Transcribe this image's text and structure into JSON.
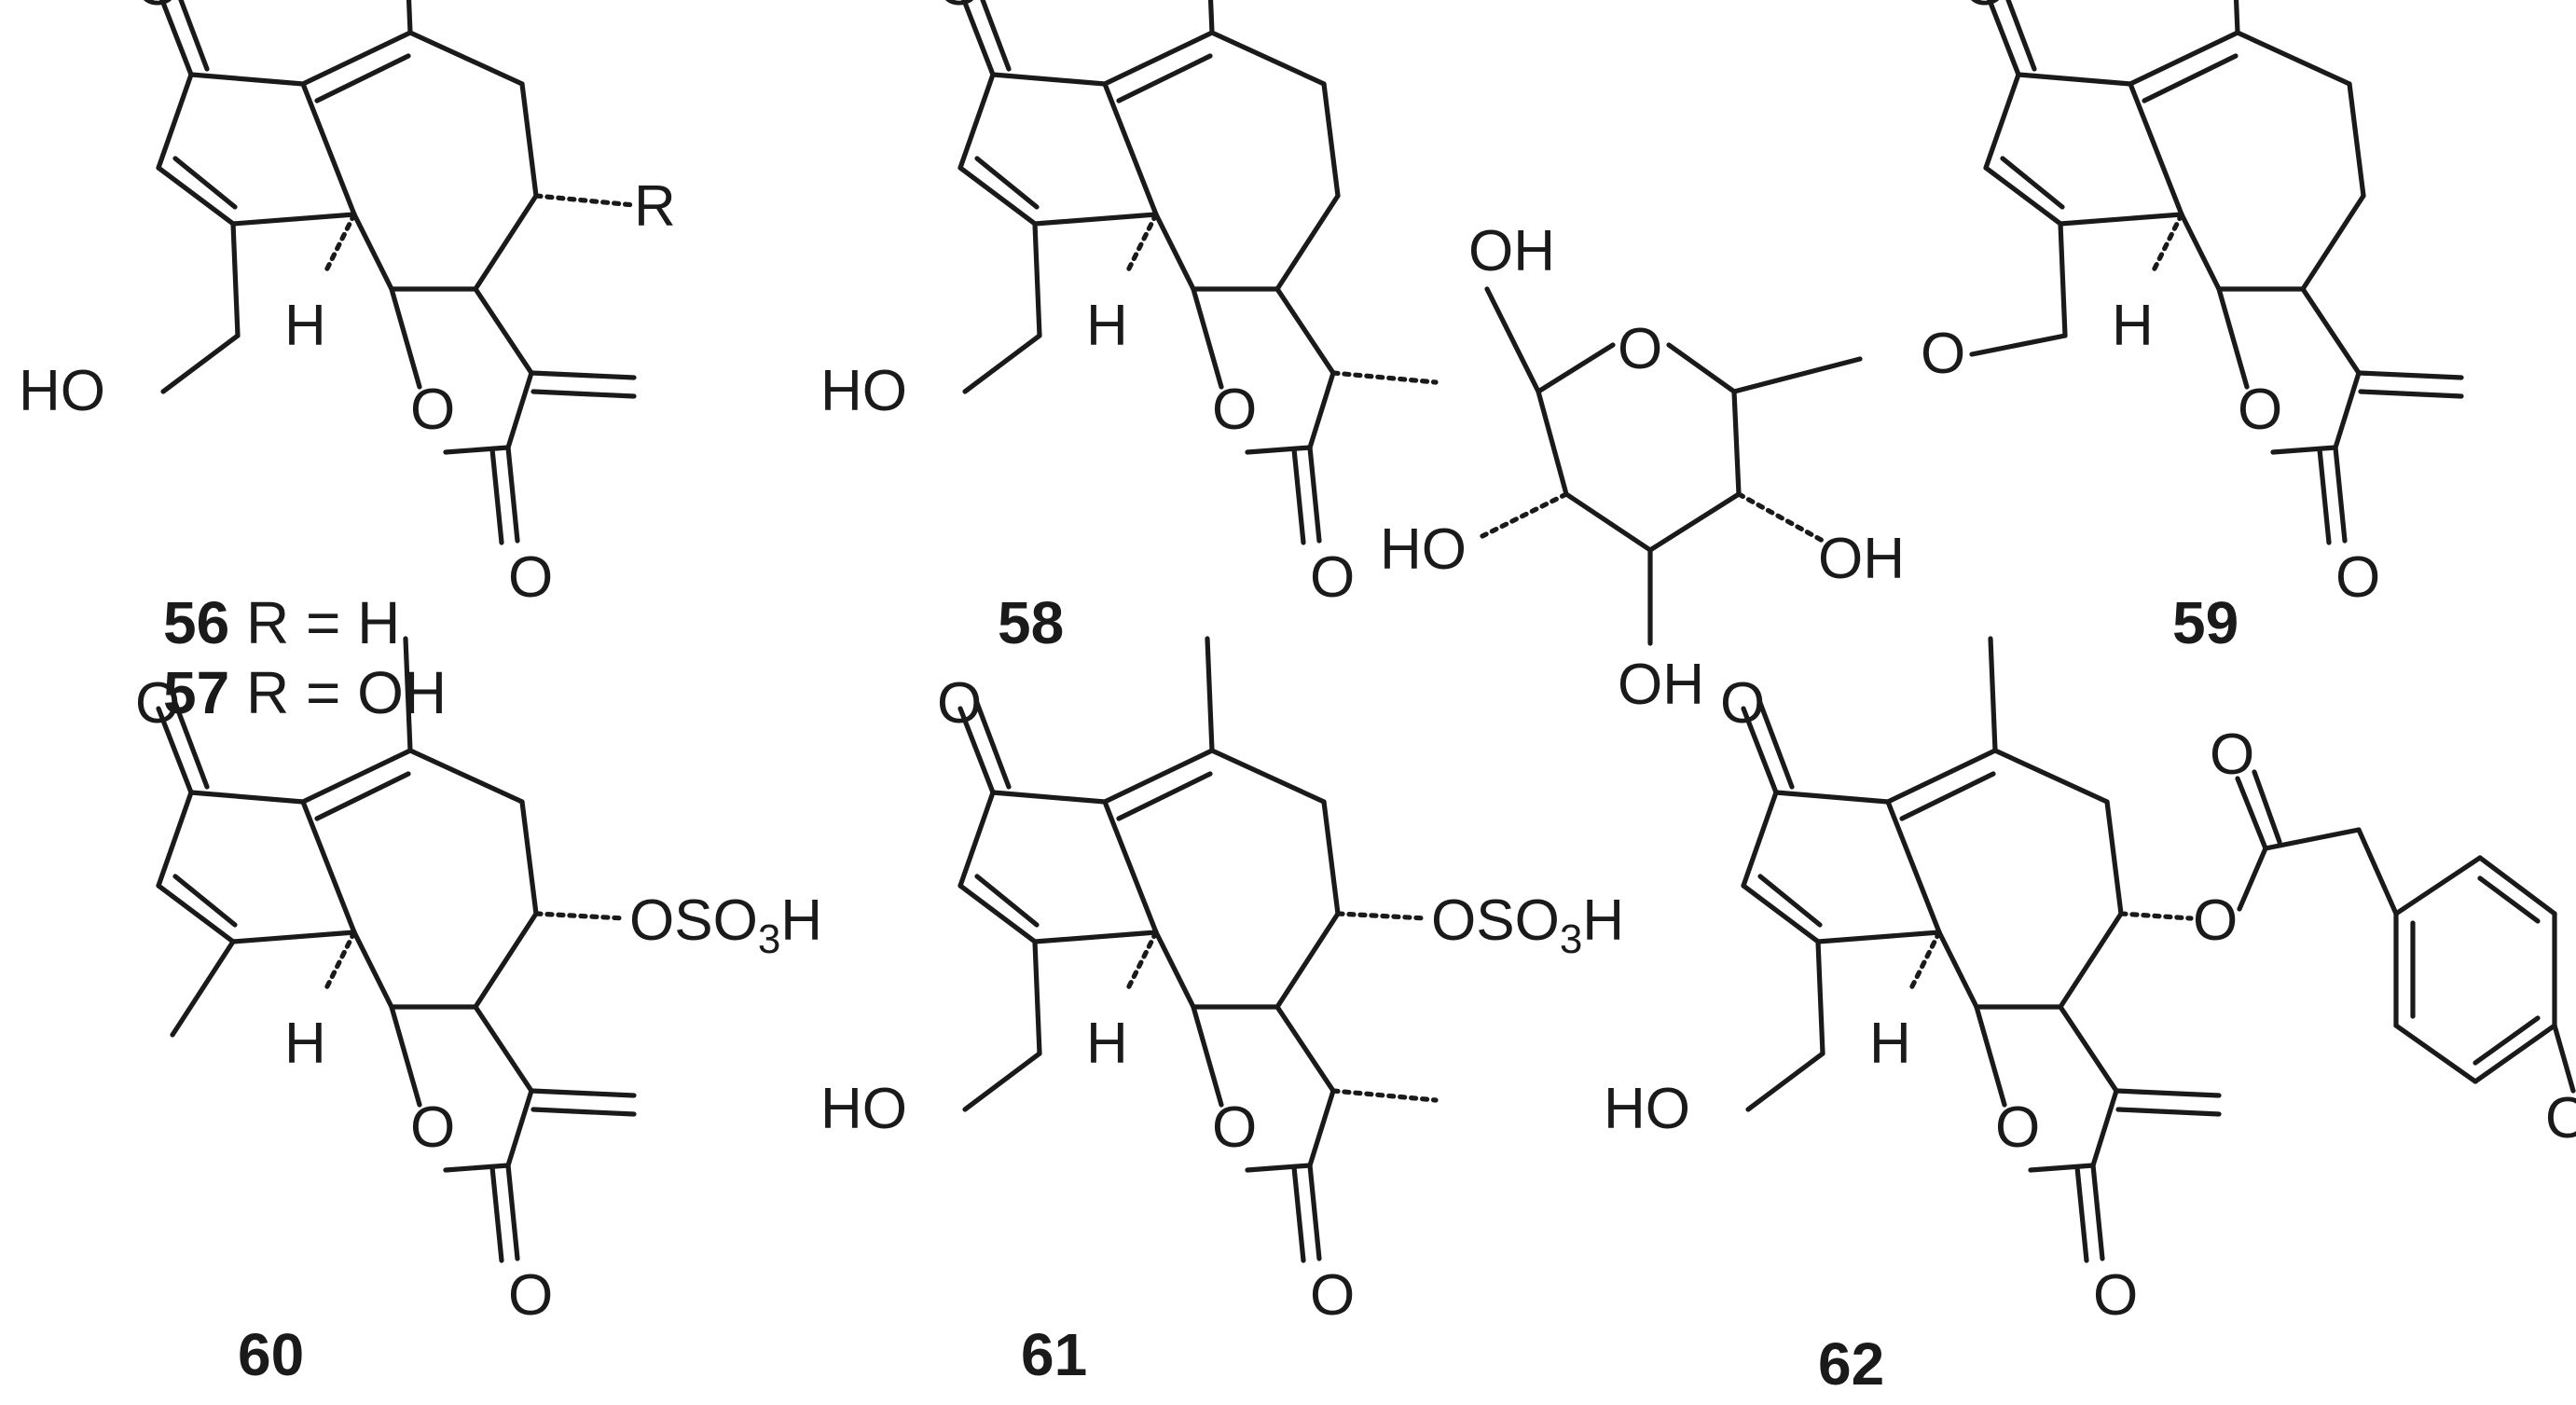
{
  "compounds": [
    {
      "id": "56",
      "desc": "R = H"
    },
    {
      "id": "57",
      "desc": "R = OH"
    },
    {
      "id": "58",
      "desc": ""
    },
    {
      "id": "59",
      "desc": ""
    },
    {
      "id": "60",
      "desc": ""
    },
    {
      "id": "61",
      "desc": ""
    },
    {
      "id": "62",
      "desc": ""
    }
  ],
  "atoms": {
    "O": "O",
    "H": "H",
    "R": "R",
    "HO": "HO",
    "OH": "OH",
    "OSO": "OSO",
    "sub3": "3",
    "Hs": "H"
  }
}
